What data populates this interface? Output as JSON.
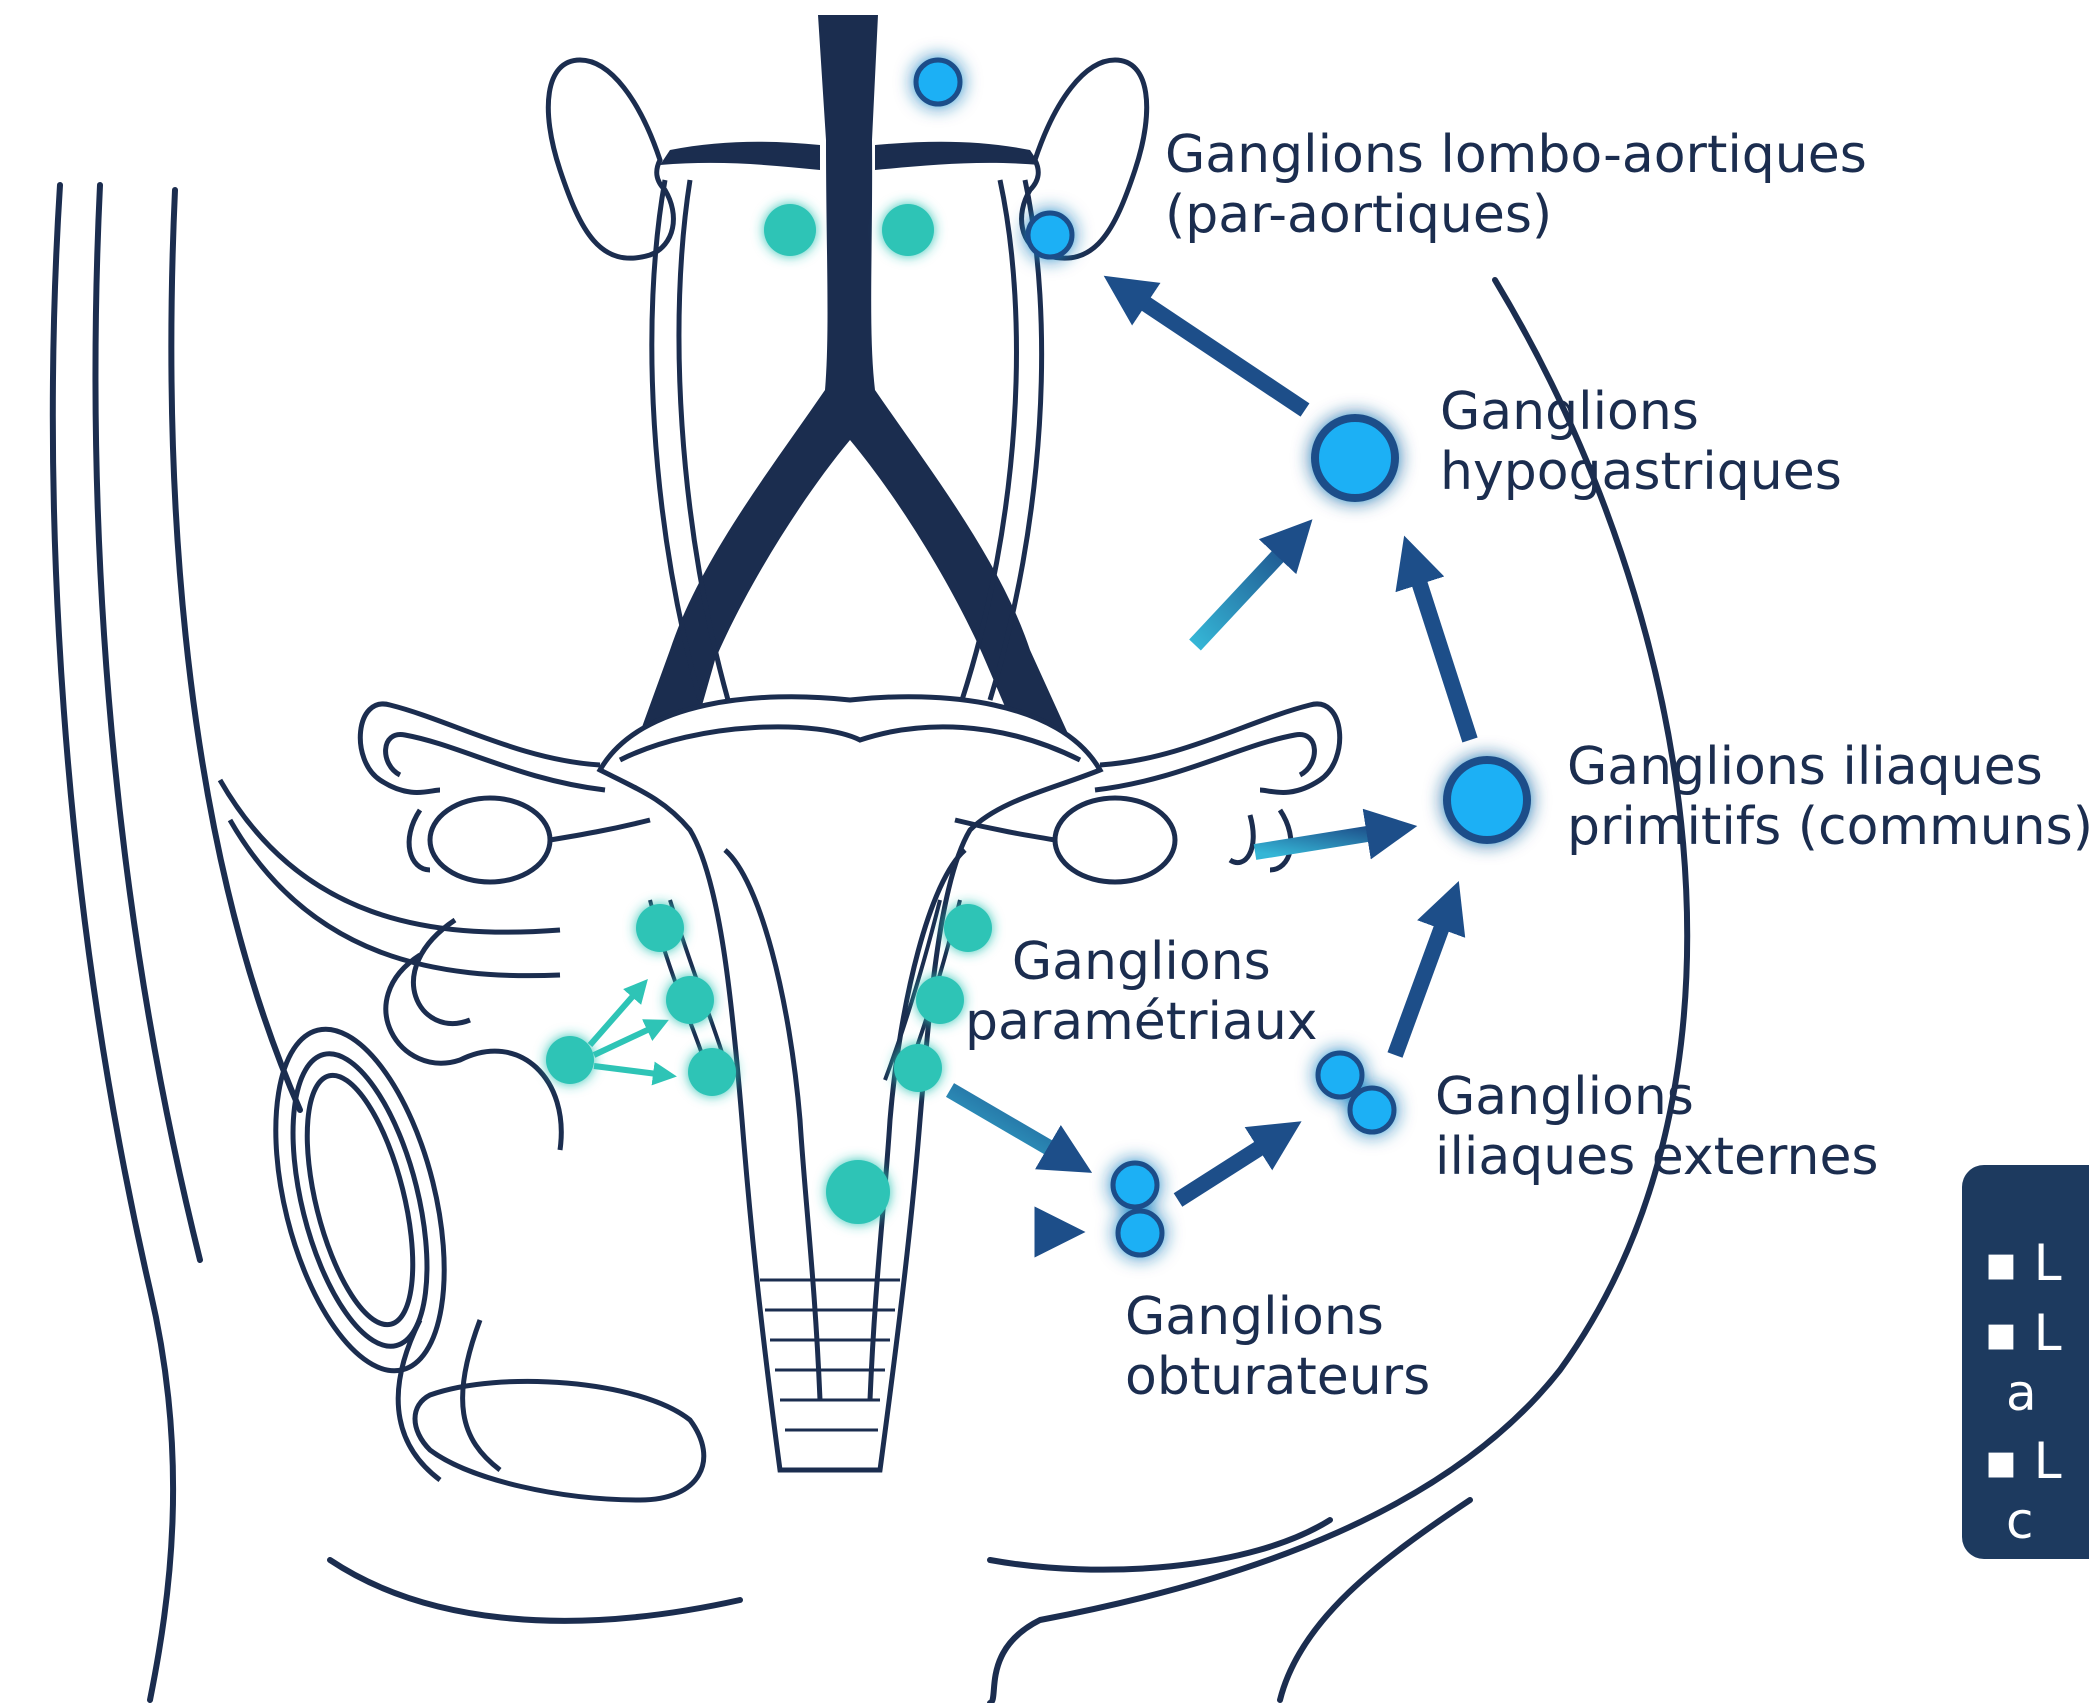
{
  "labels": {
    "lombo_aortiques": [
      "Ganglions lombo-aortiques",
      "(par-aortiques)"
    ],
    "hypogastriques": [
      "Ganglions",
      "hypogastriques"
    ],
    "iliaques_primitifs": [
      "Ganglions iliaques",
      "primitifs (communs)"
    ],
    "parametriaux": [
      "Ganglions",
      "paramétriaux"
    ],
    "iliaques_externes": [
      "Ganglions",
      "iliaques externes"
    ],
    "obturateurs": [
      "Ganglions",
      "obturateurs"
    ]
  },
  "info_box": {
    "lines": [
      "▪ L",
      "▪ L",
      "a",
      "▪ L",
      "c"
    ]
  },
  "colors": {
    "line": "#1b2d4f",
    "vessel": "#1b2d4f",
    "node_teal": "#2ec4b6",
    "node_blue": "#1ab0f5",
    "arrow_dark": "#1d4e89",
    "arrow_light": "#2a9fc9",
    "box": "#1d3a5f"
  }
}
